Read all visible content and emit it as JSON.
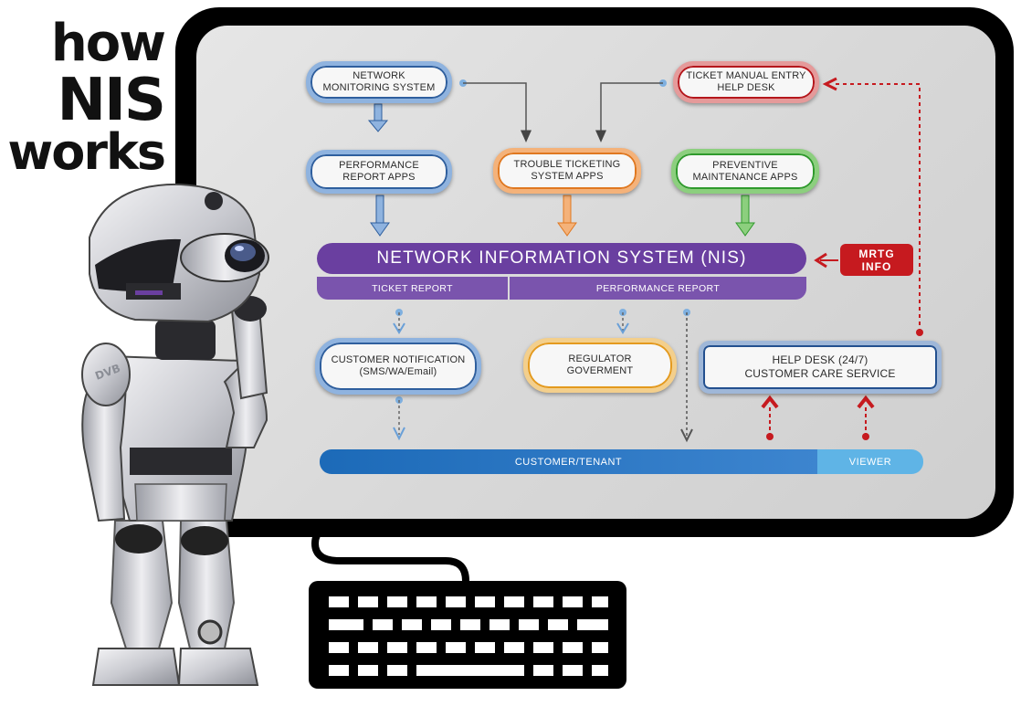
{
  "heading": {
    "line1": "how",
    "line2": "NIS",
    "line3": "works"
  },
  "boxes": {
    "network_monitoring": "NETWORK MONITORING SYSTEM",
    "ticket_manual_entry": "TICKET MANUAL ENTRY HELP DESK",
    "performance_report_apps": "PERFORMANCE REPORT APPS",
    "trouble_ticketing": "TROUBLE TICKETING SYSTEM APPS",
    "preventive_maintenance": "PREVENTIVE MAINTENANCE APPS",
    "customer_notification_line1": "CUSTOMER NOTIFICATION",
    "customer_notification_line2": "(SMS/WA/Email)",
    "regulator": "REGULATOR GOVERMENT",
    "help_desk_line1": "HELP DESK (24/7)",
    "help_desk_line2": "CUSTOMER CARE SERVICE"
  },
  "nis": {
    "title": "NETWORK INFORMATION SYSTEM (NIS)",
    "ticket_report": "TICKET REPORT",
    "performance_report": "PERFORMANCE REPORT"
  },
  "mrtg": {
    "line1": "MRTG",
    "line2": "INFO"
  },
  "bottom": {
    "customer_tenant": "CUSTOMER/TENANT",
    "viewer": "VIEWER"
  },
  "colors": {
    "nis_purple": "#6a3fa0",
    "mrtg_red": "#c61a1f",
    "customer_blue": "#1c6ab8",
    "viewer_blue": "#5fb4e6",
    "dotted_red": "#c61a1f"
  },
  "illustration": {
    "robot": "robot-icon",
    "keyboard": "keyboard-icon",
    "monitor": "monitor-icon"
  }
}
